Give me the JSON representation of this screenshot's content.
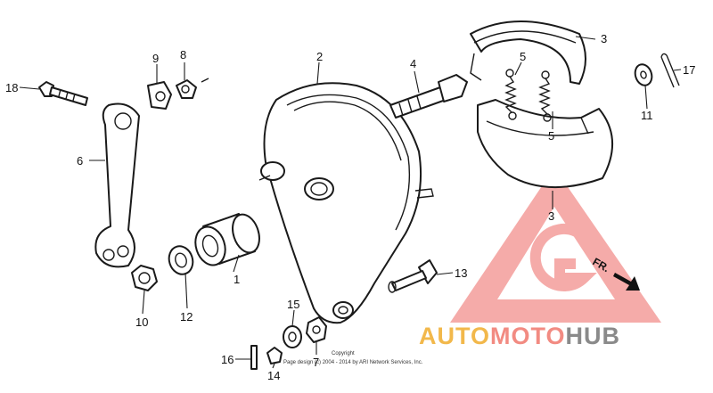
{
  "callouts": [
    "1",
    "2",
    "3",
    "3",
    "4",
    "5",
    "5",
    "6",
    "7",
    "8",
    "9",
    "10",
    "11",
    "12",
    "13",
    "14",
    "15",
    "16",
    "17",
    "18"
  ],
  "direction_marker": "FR.",
  "copyright": {
    "line1": "Copyright",
    "line2": "Page design (c) 2004 - 2014 by ARI Network Services, Inc."
  },
  "watermark": {
    "part1": "AUTO",
    "part2": "MOTO",
    "part3": "HUB",
    "colors": {
      "auto": "#f2b84b",
      "moto": "#f28b82",
      "hub": "#8a8a8a",
      "logo": "#f4a3a0"
    }
  }
}
